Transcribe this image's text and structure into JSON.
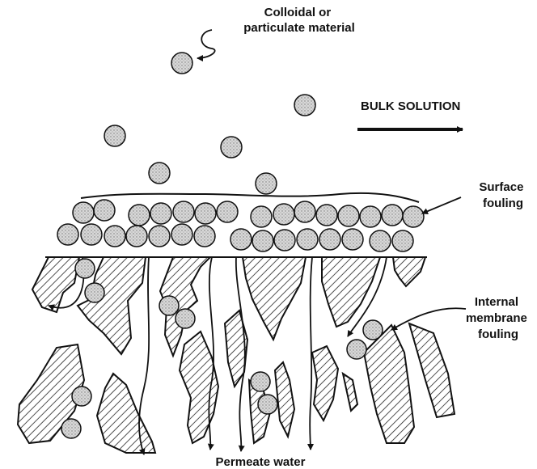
{
  "labels": {
    "colloidal": [
      "Colloidal or",
      "particulate material"
    ],
    "bulk_solution": "BULK SOLUTION",
    "surface_fouling": [
      "Surface",
      "fouling"
    ],
    "internal_fouling": [
      "Internal",
      "membrane",
      "fouling"
    ],
    "permeate": "Permeate water"
  },
  "colors": {
    "ink": "#111111",
    "particle_fill": "#cfcfcf",
    "hatch": "#222222"
  }
}
